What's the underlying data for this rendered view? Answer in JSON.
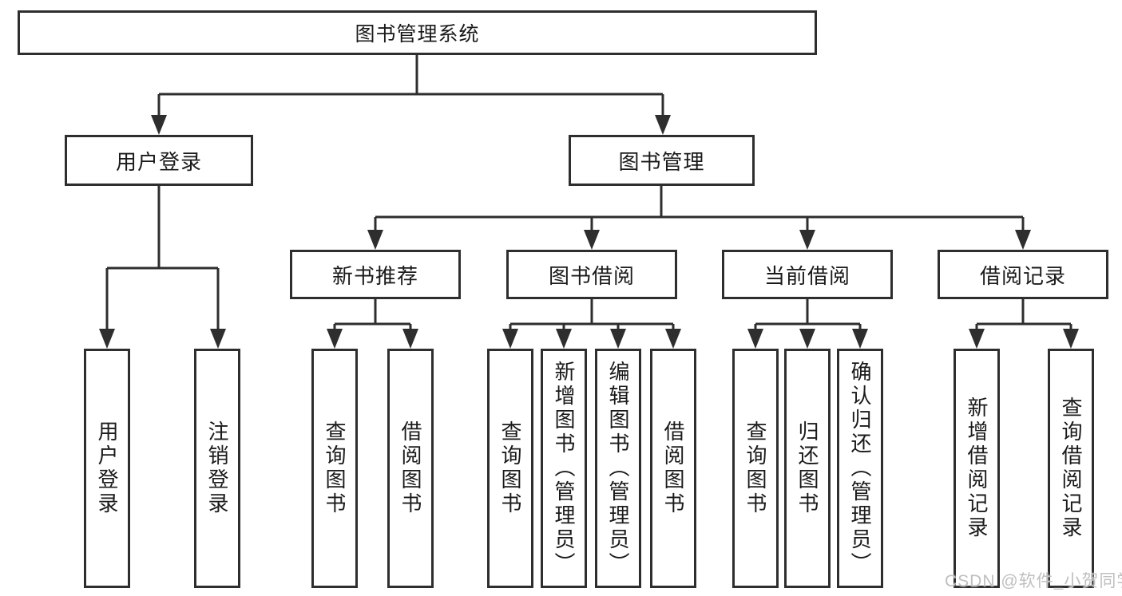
{
  "tree": {
    "root": {
      "label": "图书管理系统"
    },
    "branches": [
      {
        "label": "用户登录",
        "children": [
          {
            "label": "用户登录"
          },
          {
            "label": "注销登录"
          }
        ]
      },
      {
        "label": "图书管理",
        "children": [
          {
            "label": "新书推荐",
            "children": [
              {
                "label": "查询图书"
              },
              {
                "label": "借阅图书"
              }
            ]
          },
          {
            "label": "图书借阅",
            "children": [
              {
                "label": "查询图书"
              },
              {
                "label": "新增图书（管理员）"
              },
              {
                "label": "编辑图书（管理员）"
              },
              {
                "label": "借阅图书"
              }
            ]
          },
          {
            "label": "当前借阅",
            "children": [
              {
                "label": "查询图书"
              },
              {
                "label": "归还图书"
              },
              {
                "label": "确认归还（管理员）"
              }
            ]
          },
          {
            "label": "借阅记录",
            "children": [
              {
                "label": "新增借阅记录"
              },
              {
                "label": "查询借阅记录"
              }
            ]
          }
        ]
      }
    ]
  },
  "watermark": "CSDN @软件_小贺同学",
  "colors": {
    "line": "#2e2e2e",
    "box_border": "#2e2e2e",
    "box_fill": "#ffffff",
    "text": "#1a1a1a",
    "watermark": "#bfbfbf",
    "background": "#ffffff"
  }
}
